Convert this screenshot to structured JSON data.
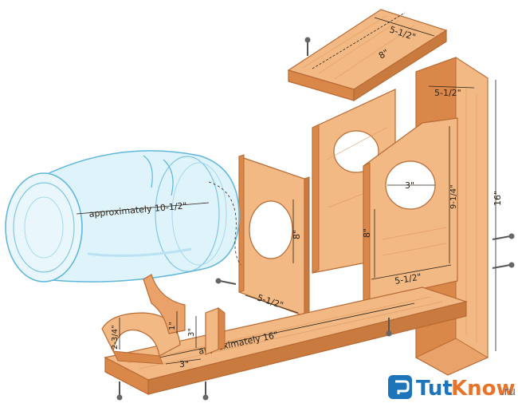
{
  "dimensions": {
    "roof_width": "5-1/2\"",
    "roof_length": "8\"",
    "back_width": "5-1/2\"",
    "back_height": "16\"",
    "jar_length": "approximately 10-1/2\"",
    "front_height": "8\"",
    "front_width": "5-1/2\"",
    "side_height": "8\"",
    "panel_hole": "3\"",
    "panel_height": "9-1/4\"",
    "panel_width": "5-1/2\"",
    "cradle_height": "2-3/4\"",
    "cradle_small": "1\"",
    "post_height": "3\"",
    "cradle_width": "3\"",
    "base_length": "approximately 16\""
  },
  "watermark": {
    "tut": "Tut",
    "know": "Know",
    "ru": ".ru"
  },
  "colors": {
    "wood_face": "#f2b985",
    "wood_edge": "#d9884a",
    "wood_dark": "#b86a33",
    "jar_fill": "#dff3fb",
    "jar_stroke": "#5fb7dd",
    "brand_blue": "#1d74b8",
    "brand_orange": "#e8732a"
  }
}
